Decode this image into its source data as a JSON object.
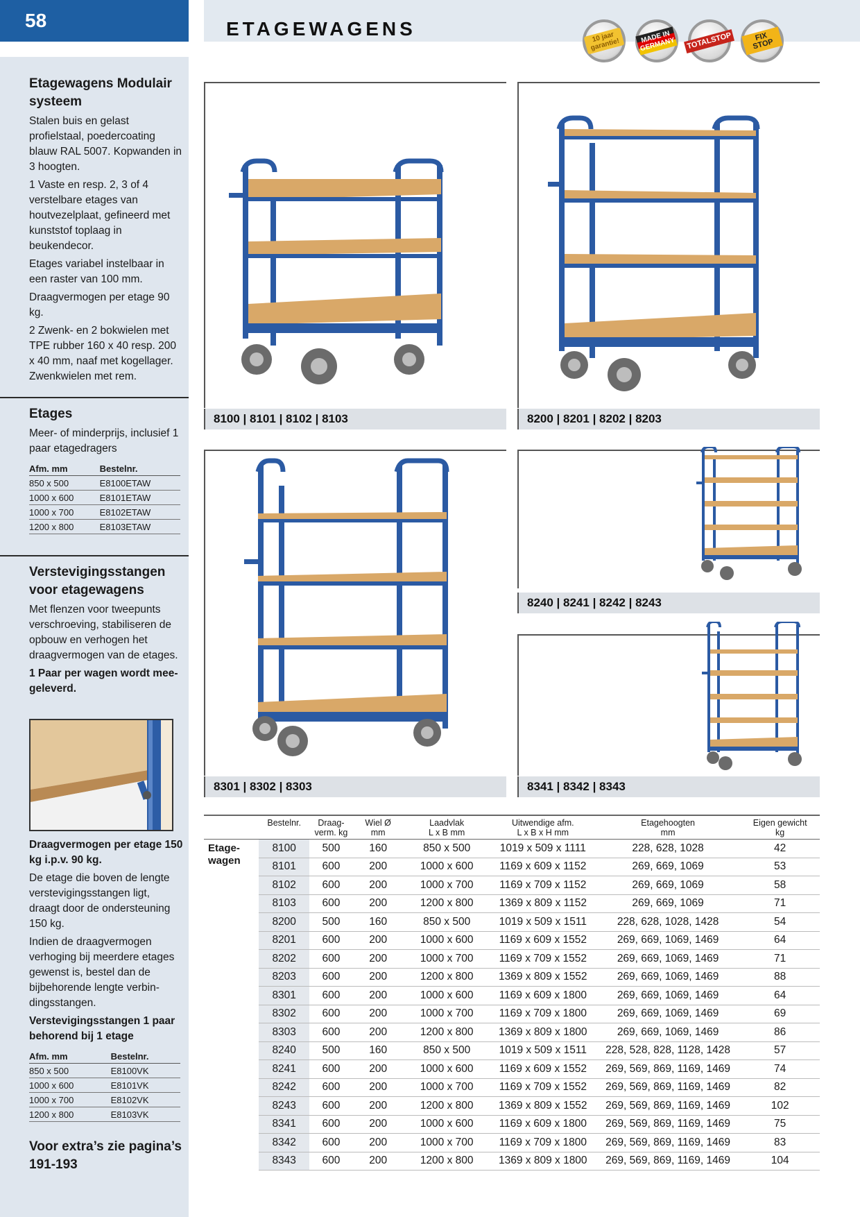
{
  "header": {
    "page_number": "58",
    "title": "ETAGEWAGENS",
    "badges": [
      {
        "icon": "warranty-badge",
        "text": "10 jaar garantie!"
      },
      {
        "icon": "made-in-germany-badge",
        "text": "MADE IN GERMANY"
      },
      {
        "icon": "total-stop-badge",
        "text": "TOTALSTOP"
      },
      {
        "icon": "fix-stop-badge",
        "text": "FIX STOP"
      }
    ]
  },
  "sidebar": {
    "intro": {
      "heading": "Etagewagens Modulair systeem",
      "p1": "Stalen buis en gelast profielstaal, poedercoating blauw RAL 5007. Kopwanden in 3 hoogten.",
      "p2": "1 Vaste en resp. 2, 3 of 4 verstelbare etages van houtvezelplaat, gefineerd met kunststof toplaag in beukendecor.",
      "p3": "Etages variabel instelbaar in een raster van 100 mm.",
      "p4": "Draagvermogen per etage 90 kg.",
      "p5": "2 Zwenk- en 2 bokwielen met TPE rubber 160 x 40 resp. 200 x 40 mm, naaf met kogellager. Zwenkwielen met rem."
    },
    "etages": {
      "heading": "Etages",
      "text": "Meer- of minderprijs, inclusief 1 paar etagedragers",
      "col_dim": "Afm. mm",
      "col_nr": "Bestelnr.",
      "rows": [
        {
          "dim": "850 x 500",
          "nr": "E8100ETAW"
        },
        {
          "dim": "1000 x 600",
          "nr": "E8101ETAW"
        },
        {
          "dim": "1000 x 700",
          "nr": "E8102ETAW"
        },
        {
          "dim": "1200 x 800",
          "nr": "E8103ETAW"
        }
      ]
    },
    "rods": {
      "heading": "Verstevigingsstangen voor etagewagens",
      "text": "Met flenzen voor tweepunts verschroeving, stabiliseren de opbouw en verhogen het draagvermogen van de etages.",
      "bold": "1 Paar per wagen wordt mee-geleverd."
    },
    "capacity": {
      "bold": "Draagvermogen per etage 150 kg i.p.v. 90 kg.",
      "p1": "De etage die boven de lengte verstevigingsstangen ligt, draagt door de ondersteuning 150 kg.",
      "p2": "Indien de draagvermogen verhoging bij meerdere etages gewenst is, bestel dan de bijbehorende lengte verbin-dingsstangen.",
      "bold2": "Verstevigingsstangen 1 paar behorend bij 1 etage",
      "col_dim": "Afm. mm",
      "col_nr": "Bestelnr.",
      "rows": [
        {
          "dim": "850 x 500",
          "nr": "E8100VK"
        },
        {
          "dim": "1000 x 600",
          "nr": "E8101VK"
        },
        {
          "dim": "1000 x 700",
          "nr": "E8102VK"
        },
        {
          "dim": "1200 x 800",
          "nr": "E8103VK"
        }
      ]
    },
    "footer": "Voor extra’s zie pagina’s 191-193"
  },
  "captions": {
    "c1": "8100 | 8101 | 8102 | 8103",
    "c2": "8200 | 8201 | 8202 | 8203",
    "c3": "8240 | 8241 | 8242 | 8243",
    "c4": "8301 | 8302 | 8303",
    "c5": "8341 | 8342 | 8343"
  },
  "spec": {
    "row_label": "Etage-wagen",
    "headers": [
      {
        "l1": "Bestelnr.",
        "l2": ""
      },
      {
        "l1": "Draag-",
        "l2": "verm. kg"
      },
      {
        "l1": "Wiel Ø",
        "l2": "mm"
      },
      {
        "l1": "Laadvlak",
        "l2": "L x B mm"
      },
      {
        "l1": "Uitwendige afm.",
        "l2": "L x B x H mm"
      },
      {
        "l1": "Etagehoogten",
        "l2": "mm"
      },
      {
        "l1": "Eigen gewicht",
        "l2": "kg"
      }
    ],
    "rows": [
      [
        "8100",
        "500",
        "160",
        "850 x 500",
        "1019 x 509 x 1111",
        "228, 628, 1028",
        "42"
      ],
      [
        "8101",
        "600",
        "200",
        "1000 x 600",
        "1169 x 609 x 1152",
        "269, 669, 1069",
        "53"
      ],
      [
        "8102",
        "600",
        "200",
        "1000 x 700",
        "1169 x 709 x 1152",
        "269, 669, 1069",
        "58"
      ],
      [
        "8103",
        "600",
        "200",
        "1200 x 800",
        "1369 x 809 x 1152",
        "269, 669, 1069",
        "71"
      ],
      [
        "8200",
        "500",
        "160",
        "850 x 500",
        "1019 x 509 x 1511",
        "228, 628, 1028, 1428",
        "54"
      ],
      [
        "8201",
        "600",
        "200",
        "1000 x 600",
        "1169 x 609 x 1552",
        "269, 669, 1069, 1469",
        "64"
      ],
      [
        "8202",
        "600",
        "200",
        "1000 x 700",
        "1169 x 709 x 1552",
        "269, 669, 1069, 1469",
        "71"
      ],
      [
        "8203",
        "600",
        "200",
        "1200 x 800",
        "1369 x 809 x 1552",
        "269, 669, 1069, 1469",
        "88"
      ],
      [
        "8301",
        "600",
        "200",
        "1000 x 600",
        "1169 x 609 x 1800",
        "269, 669, 1069, 1469",
        "64"
      ],
      [
        "8302",
        "600",
        "200",
        "1000 x 700",
        "1169 x 709 x 1800",
        "269, 669, 1069, 1469",
        "69"
      ],
      [
        "8303",
        "600",
        "200",
        "1200 x 800",
        "1369 x 809 x 1800",
        "269, 669, 1069, 1469",
        "86"
      ],
      [
        "8240",
        "500",
        "160",
        "850 x 500",
        "1019 x 509 x 1511",
        "228, 528, 828, 1128, 1428",
        "57"
      ],
      [
        "8241",
        "600",
        "200",
        "1000 x 600",
        "1169 x 609 x 1552",
        "269, 569, 869, 1169, 1469",
        "74"
      ],
      [
        "8242",
        "600",
        "200",
        "1000 x 700",
        "1169 x 709 x 1552",
        "269, 569, 869, 1169, 1469",
        "82"
      ],
      [
        "8243",
        "600",
        "200",
        "1200 x 800",
        "1369 x 809 x 1552",
        "269, 569, 869, 1169, 1469",
        "102"
      ],
      [
        "8341",
        "600",
        "200",
        "1000 x 600",
        "1169 x 609 x 1800",
        "269, 569, 869, 1169, 1469",
        "75"
      ],
      [
        "8342",
        "600",
        "200",
        "1000 x 700",
        "1169 x 709 x 1800",
        "269, 569, 869, 1169, 1469",
        "83"
      ],
      [
        "8343",
        "600",
        "200",
        "1200 x 800",
        "1369 x 809 x 1800",
        "269, 569, 869, 1169, 1469",
        "104"
      ]
    ]
  }
}
